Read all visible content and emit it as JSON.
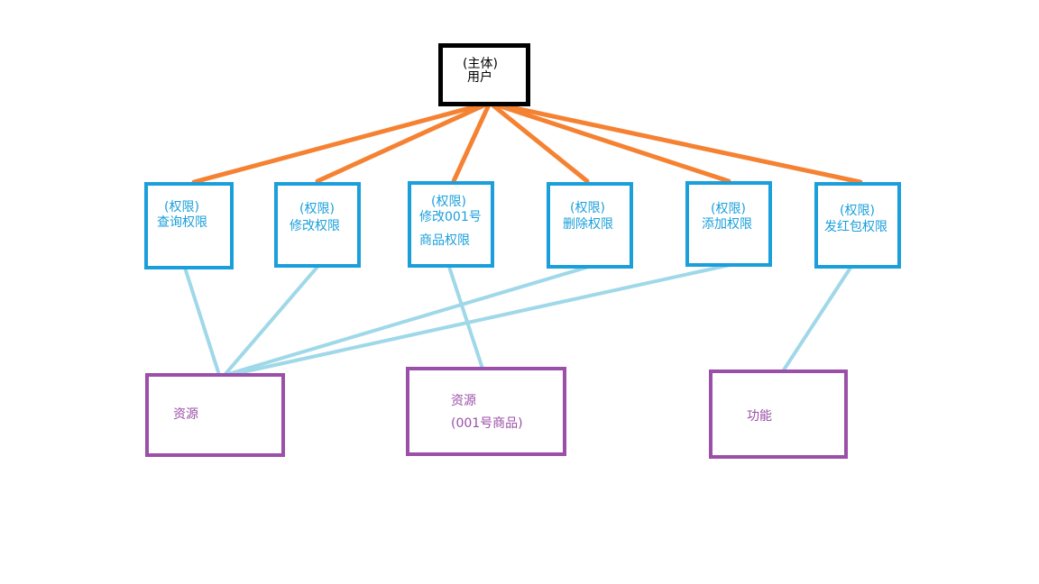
{
  "colors": {
    "subject_border": "#000000",
    "permission": "#1a9fdb",
    "resource": "#9b4fa8",
    "orange_line": "#f58232",
    "blue_line": "#9fd8e8"
  },
  "subject": {
    "line1": "(主体)",
    "line2": "用户"
  },
  "permissions": [
    {
      "id": "query",
      "line1": "(权限)",
      "line2": "查询权限"
    },
    {
      "id": "modify",
      "line1": "(权限)",
      "line2": "修改权限"
    },
    {
      "id": "modify001",
      "line1": "(权限)",
      "line2": "修改001号",
      "line3": "商品权限"
    },
    {
      "id": "delete",
      "line1": "(权限)",
      "line2": "删除权限"
    },
    {
      "id": "add",
      "line1": "(权限)",
      "line2": "添加权限"
    },
    {
      "id": "redpacket",
      "line1": "(权限)",
      "line2": "发红包权限"
    }
  ],
  "resources": [
    {
      "id": "resource",
      "line1": "资源"
    },
    {
      "id": "resource001",
      "line1": "资源",
      "line2": "(001号商品)"
    },
    {
      "id": "function",
      "line1": "功能"
    }
  ]
}
